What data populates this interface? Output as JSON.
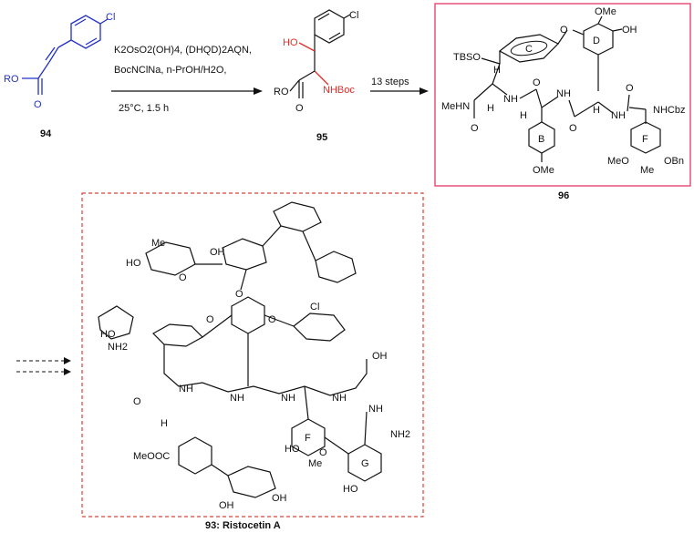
{
  "colors": {
    "highlight_blue": "#2130c8",
    "highlight_red": "#e0302a",
    "box_pink": "#e8517a",
    "box_red_dashed": "#d9443a"
  },
  "compound94": {
    "label": "94",
    "atoms": {
      "cl": "Cl",
      "ro": "RO",
      "o": "O"
    }
  },
  "reaction1": {
    "reagent_line1": "K2OsO2(OH)4, (DHQD)2AQN,",
    "reagent_line2": "BocNClNa, n-PrOH/H2O,",
    "conditions": "25°C, 1.5 h"
  },
  "compound95": {
    "label": "95",
    "atoms": {
      "cl": "Cl",
      "ho": "HO",
      "ro": "RO",
      "o": "O",
      "nhboc": "NHBoc"
    }
  },
  "reaction2": {
    "label": "13 steps"
  },
  "compound96": {
    "label": "96",
    "atoms": {
      "ome_top": "OMe",
      "o_ether": "O",
      "oh": "OH",
      "tbso": "TBSO",
      "meHN": "MeHN",
      "nh1": "NH",
      "nh2": "NH",
      "nh3": "NH",
      "nhcbz": "NHCbz",
      "h1": "H",
      "h2": "H",
      "h3": "H",
      "h4": "H",
      "o1": "O",
      "o2": "O",
      "o3": "O",
      "o4": "O",
      "meo": "MeO",
      "obn": "OBn",
      "me": "Me",
      "ome_bottom": "OMe"
    },
    "rings": {
      "c": "C",
      "d": "D",
      "b": "B",
      "f": "F"
    }
  },
  "compound93": {
    "label": "93: Ristocetin A",
    "atoms": {
      "me": "Me",
      "ho": "HO",
      "o": "O",
      "oh": "OH",
      "nh2": "NH2",
      "cl": "Cl",
      "nh": "NH",
      "h": "H",
      "meooc": "MeOOC",
      "ho_bottom": "HO"
    },
    "rings": {
      "f": "F",
      "g": "G"
    }
  }
}
